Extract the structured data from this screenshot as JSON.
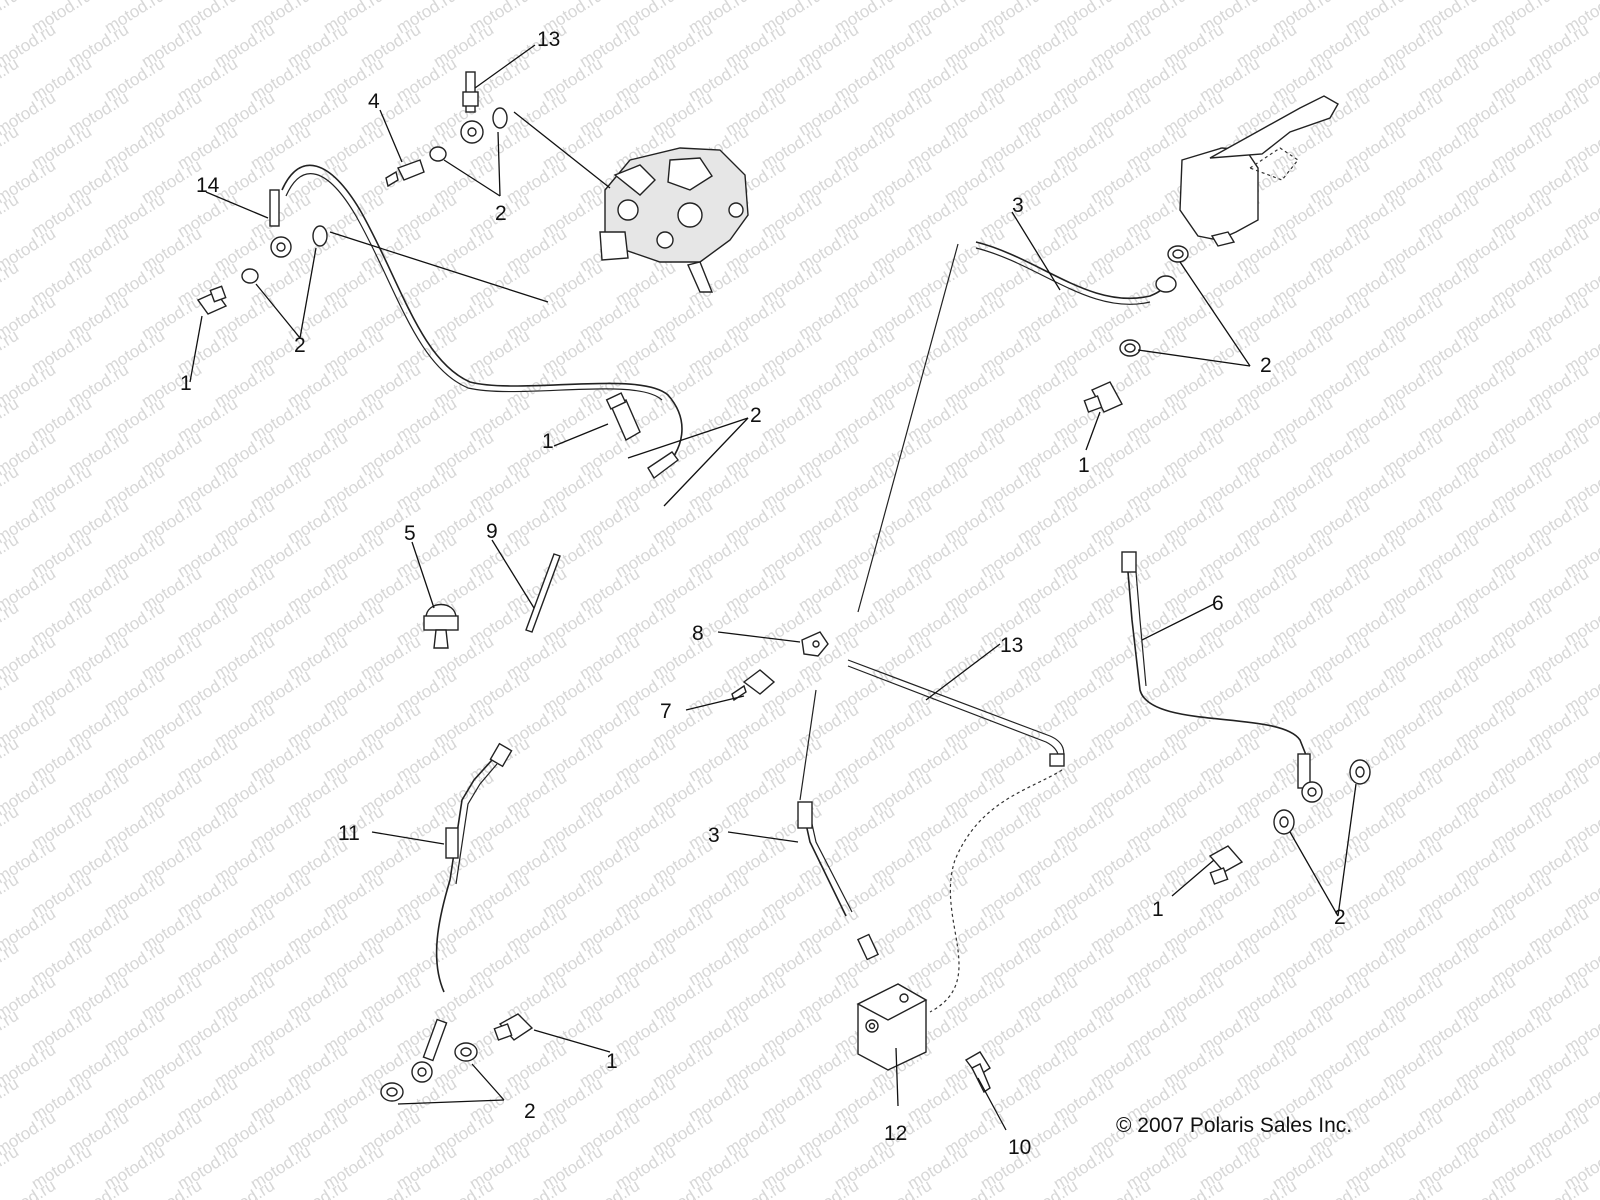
{
  "watermark": {
    "text": "motod.ru"
  },
  "copyright": "© 2007 Polaris Sales Inc.",
  "callouts": [
    {
      "id": "c13a",
      "label": "13"
    },
    {
      "id": "c4",
      "label": "4"
    },
    {
      "id": "c14",
      "label": "14"
    },
    {
      "id": "c2a",
      "label": "2"
    },
    {
      "id": "c2b",
      "label": "2"
    },
    {
      "id": "c1a",
      "label": "1"
    },
    {
      "id": "c1b",
      "label": "1"
    },
    {
      "id": "c2c",
      "label": "2"
    },
    {
      "id": "c3a",
      "label": "3"
    },
    {
      "id": "c2d",
      "label": "2"
    },
    {
      "id": "c1c",
      "label": "1"
    },
    {
      "id": "c5",
      "label": "5"
    },
    {
      "id": "c9",
      "label": "9"
    },
    {
      "id": "c8",
      "label": "8"
    },
    {
      "id": "c13b",
      "label": "13"
    },
    {
      "id": "c6",
      "label": "6"
    },
    {
      "id": "c7",
      "label": "7"
    },
    {
      "id": "c11",
      "label": "11"
    },
    {
      "id": "c3b",
      "label": "3"
    },
    {
      "id": "c1d",
      "label": "1"
    },
    {
      "id": "c2e",
      "label": "2"
    },
    {
      "id": "c1e",
      "label": "1"
    },
    {
      "id": "c2f",
      "label": "2"
    },
    {
      "id": "c12",
      "label": "12"
    },
    {
      "id": "c10",
      "label": "10"
    }
  ]
}
